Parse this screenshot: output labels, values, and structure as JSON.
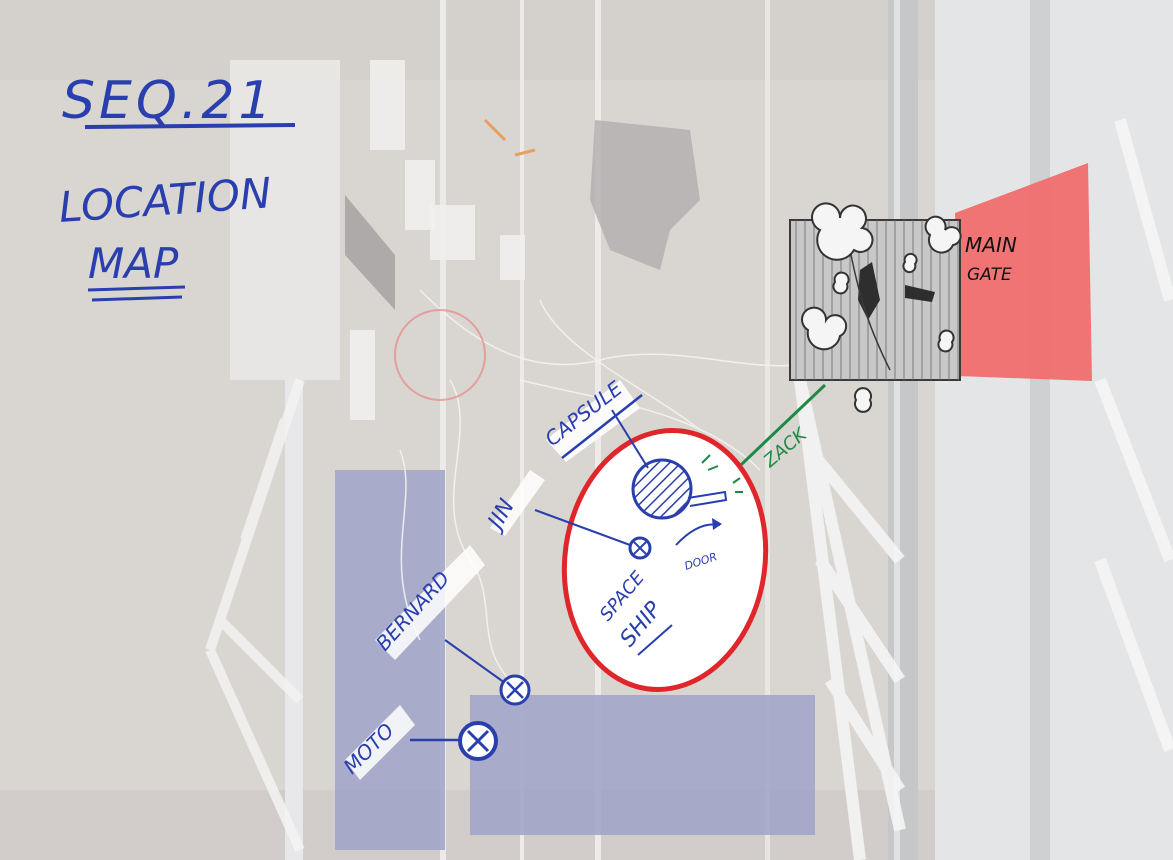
{
  "title": {
    "sequence": "SEQ.21",
    "line1": "LOCATION",
    "line2": "MAP"
  },
  "labels": {
    "capsule": "CAPSULE",
    "jin": "JIN",
    "bernard": "BERNARD",
    "moto": "MOTO",
    "zack": "ZACK",
    "door": "DOOR",
    "spaceship_line1": "SPACE",
    "spaceship_line2": "SHIP",
    "main_gate_line1": "MAIN",
    "main_gate_line2": "GATE"
  },
  "colors": {
    "ink_blue": "#2a3fae",
    "ship_red": "#e0262a",
    "gate_red": "#f06e6e",
    "zack_green": "#1f8a45",
    "blue_pad": "#9fa3c8"
  }
}
